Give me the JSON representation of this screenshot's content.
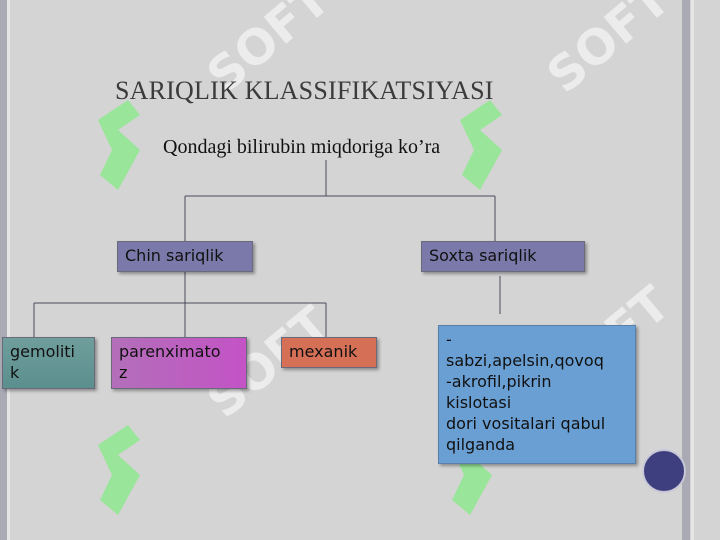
{
  "slide": {
    "title": "SARIQLIK KLASSIFIKATSIYASI",
    "root_label": "Qondagi bilirubin miqdoriga ko’ra"
  },
  "tree": {
    "level1": {
      "left": "Chin sariqlik",
      "right": "Soxta sariqlik"
    },
    "chin_children": [
      "gemolitik",
      "parenximatoz",
      "mexanik"
    ],
    "soxta_child_lines": [
      "-sabzi,apelsin,qovoq",
      "-akrofil,pikrin kislotasi",
      "dori vositalari qabul qilganda"
    ]
  },
  "watermark": {
    "text": "SOFT"
  },
  "colors": {
    "background": "#d4d4d4",
    "level1_box": "#7a79a9",
    "gemolitik_box": "#5b8f8e",
    "parenximatoz_box": "#c353c6",
    "mexanik_box": "#d56f56",
    "soxta_child_box": "#6a9fd3",
    "corner_circle": "#3d3f7e"
  }
}
